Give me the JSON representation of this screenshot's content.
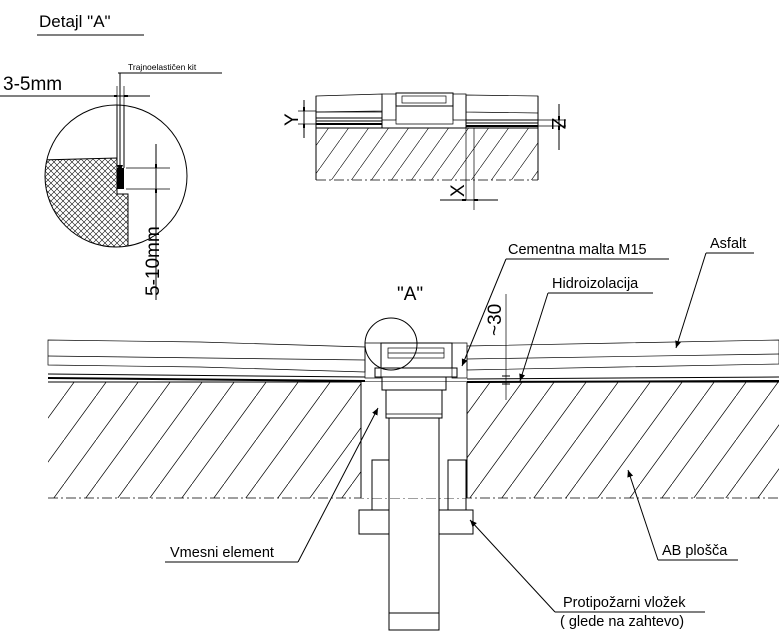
{
  "title": "Detajl \"A\"",
  "detail": {
    "callout_label": "\"A\"",
    "gap_dimension": "3-5mm",
    "sealant_label": "Trajnoelastičen kit",
    "depth_dimension": "5-10mm"
  },
  "small_section": {
    "dim_y": "Y",
    "dim_z": "Z",
    "dim_x": "X"
  },
  "main_section": {
    "labels": {
      "mortar": "Cementna malta M15",
      "asphalt": "Asfalt",
      "waterproofing": "Hidroizolacija",
      "dim_30": "~30",
      "intermediate": "Vmesni element",
      "slab": "AB plošča",
      "fire_insert": "Protipožarni vložek",
      "fire_insert_note": "( glede na zahtevo)"
    }
  },
  "colors": {
    "ink": "#000000",
    "background": "#ffffff"
  }
}
